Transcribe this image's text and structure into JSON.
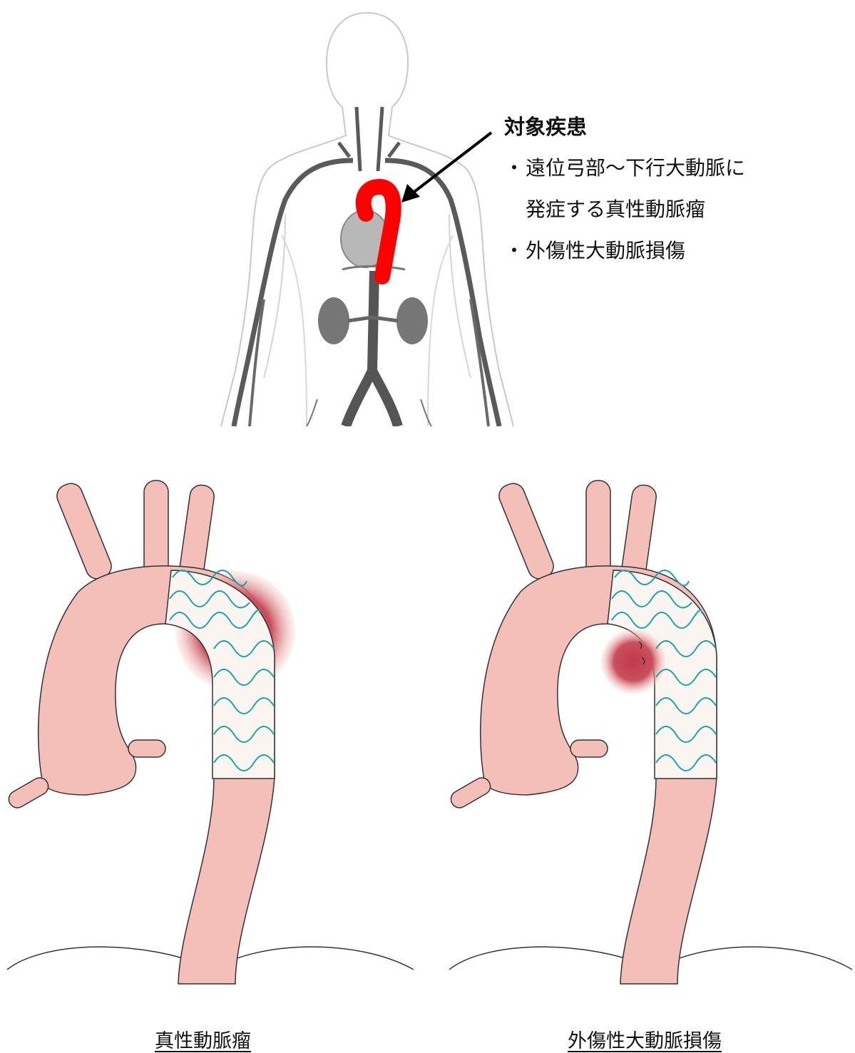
{
  "target_label": {
    "heading": "対象疾患",
    "bullets": [
      {
        "marker": "・",
        "line1": "遠位弓部～下行大動脈に",
        "line2": "発症する真性動脈瘤"
      },
      {
        "marker": "・",
        "line1": "外傷性大動脈損傷"
      }
    ]
  },
  "captions": {
    "left": "真性動脈瘤",
    "right": "外傷性大動脈損傷"
  },
  "colors": {
    "aorta_fill": "#f4bfb8",
    "stent_wire": "#1aa5a5",
    "lesion": "#c0394a",
    "highlight_arch": "#ff0000",
    "vessel_gray": "#5a5a5a",
    "body_outline": "#c8c8c8"
  }
}
